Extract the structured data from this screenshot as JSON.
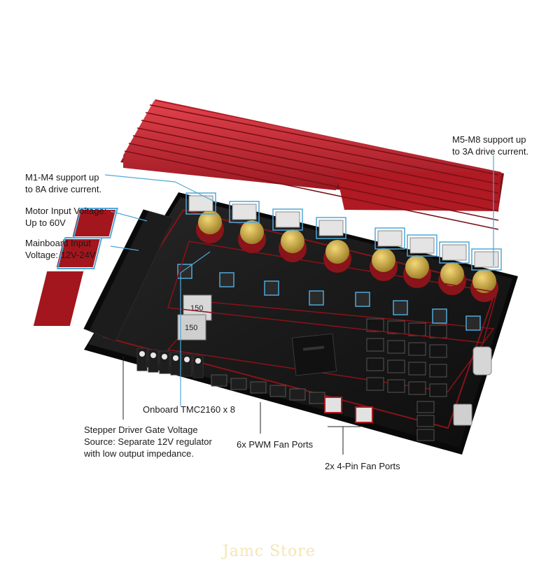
{
  "callouts": {
    "m1_m4": [
      "M1-M4 support up",
      "to 8A drive current."
    ],
    "m5_m8": [
      "M5-M8 support up",
      "to 3A drive current."
    ],
    "motor_voltage": [
      "Motor Input Voltage:",
      "Up to 60V"
    ],
    "mainboard_voltage": [
      "Mainboard Input",
      "Voltage: 12V-24V"
    ],
    "tmc": [
      "Onboard TMC2160 x 8"
    ],
    "gate_voltage": [
      "Stepper Driver Gate Voltage",
      "Source: Separate 12V regulator",
      "with low output impedance."
    ],
    "pwm_fans": [
      "6x PWM Fan Ports"
    ],
    "four_pin_fans": [
      "2x 4-Pin Fan Ports"
    ]
  },
  "inductor_labels": [
    "150",
    "150"
  ],
  "watermark": "Jamc Store",
  "colors": {
    "pcb": "#161616",
    "heatsink": "#c0202b",
    "highlight_box": "#4fa8d8",
    "callout_line": "#4fa8d8",
    "header_red": "#b01a22",
    "capacitor": "#c9a441"
  }
}
